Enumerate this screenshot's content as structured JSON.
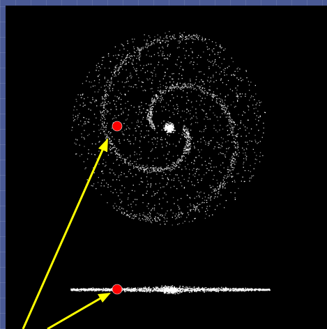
{
  "figure": {
    "colors": {
      "background": "#000000",
      "slide_border": "#4a5a95",
      "stars": "#ffffff",
      "marker": "#ff0000",
      "arrow": "#ffff00"
    },
    "views": [
      "face-on",
      "edge-on"
    ],
    "markers": [
      "sun-position-face-on",
      "sun-position-edge-on"
    ],
    "arrows": [
      "arrow-to-face-on-marker",
      "arrow-to-edge-on-marker"
    ]
  }
}
